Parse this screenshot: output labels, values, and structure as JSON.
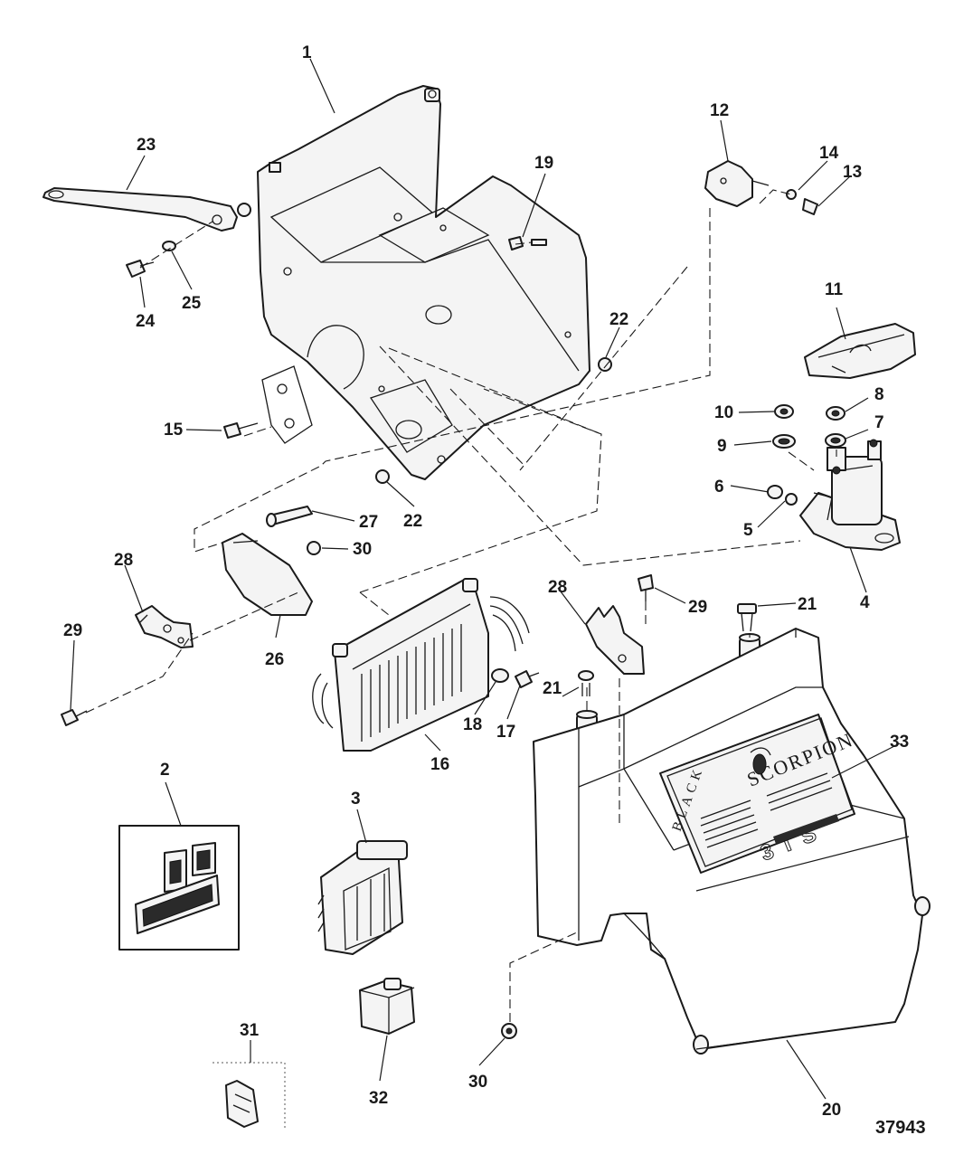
{
  "figure_number": "37943",
  "callouts": {
    "c1": "1",
    "c2": "2",
    "c3": "3",
    "c4": "4",
    "c5": "5",
    "c6": "6",
    "c7": "7",
    "c8": "8",
    "c9": "9",
    "c10": "10",
    "c11": "11",
    "c12": "12",
    "c13": "13",
    "c14": "14",
    "c15": "15",
    "c16": "16",
    "c17": "17",
    "c18": "18",
    "c19": "19",
    "c20": "20",
    "c21a": "21",
    "c21b": "21",
    "c22a": "22",
    "c22b": "22",
    "c23": "23",
    "c24": "24",
    "c25": "25",
    "c26": "26",
    "c27": "27",
    "c28a": "28",
    "c28b": "28",
    "c29a": "29",
    "c29b": "29",
    "c30a": "30",
    "c30b": "30",
    "c31": "31",
    "c32": "32",
    "c33": "33"
  },
  "decal": {
    "brand_vertical": "BLACK",
    "brand_name": "SCORPION",
    "model": "3TS"
  },
  "icons": [
    "mounting-bracket",
    "shift-arm",
    "solenoid",
    "voltage-regulator",
    "flywheel-cover",
    "fuse-holder",
    "decal-set",
    "plug-connector"
  ]
}
